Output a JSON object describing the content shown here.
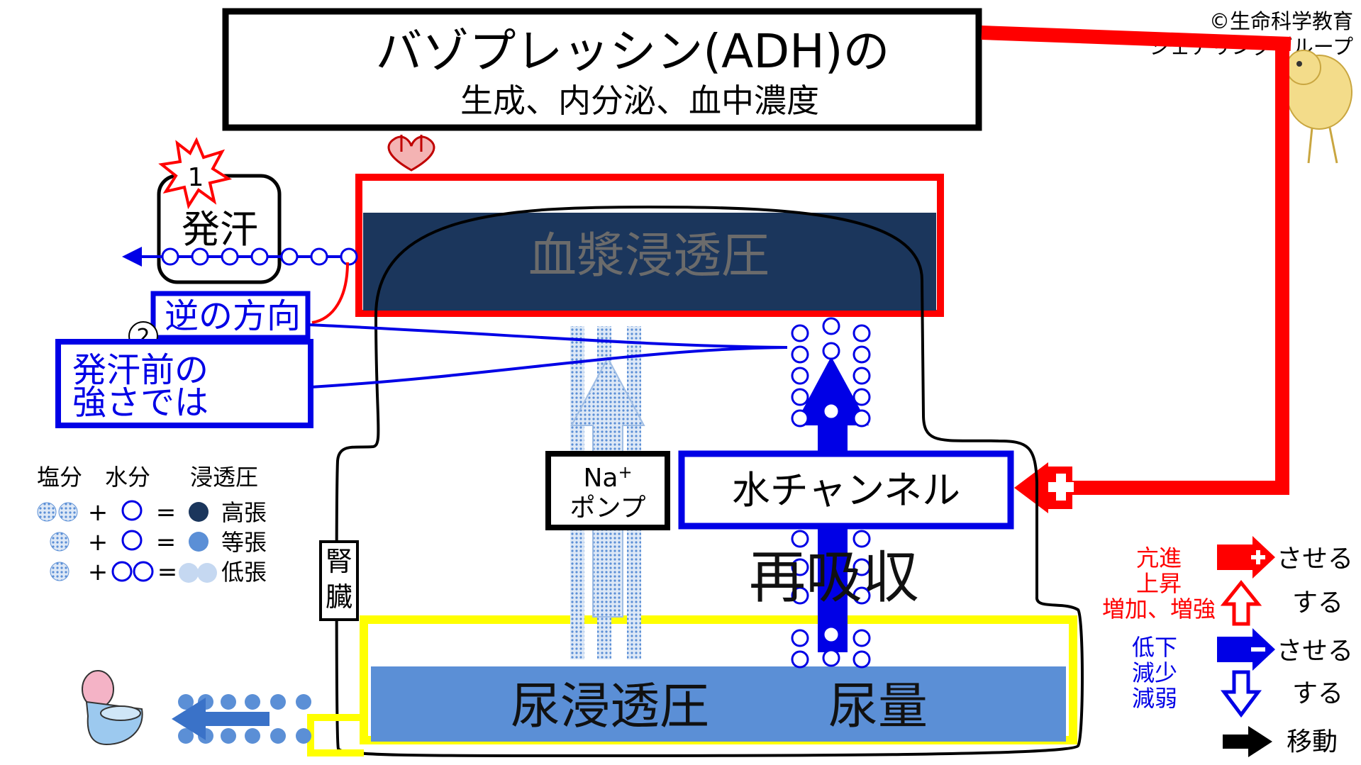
{
  "title": {
    "line1": "バゾプレッシン(ADH)の",
    "line2": "生成、内分泌、血中濃度"
  },
  "copyright": {
    "line1": "©生命科学教育",
    "line2": "シェアリンググループ"
  },
  "sweat": {
    "step": "1",
    "label": "発汗"
  },
  "plasma": {
    "label": "血漿浸透圧"
  },
  "reverse": {
    "step": "2",
    "label": "逆の方向"
  },
  "before_sweat": {
    "line1": "発汗前の",
    "line2": "強さでは"
  },
  "legend": {
    "header_salt": "塩分",
    "header_water": "水分",
    "header_osm": "浸透圧",
    "row1_label": "高張",
    "row2_label": "等張",
    "row3_label": "低張",
    "plus": "+",
    "equals": "="
  },
  "kidney": {
    "label": "腎臓"
  },
  "na_pump": {
    "line1": "Na",
    "sup": "+",
    "line2": "ポンプ"
  },
  "water_channel": {
    "label": "水チャンネル"
  },
  "reabsorption": {
    "label": "再吸収"
  },
  "urine": {
    "osm_label": "尿浸透圧",
    "volume_label": "尿量"
  },
  "key": {
    "red_group": [
      "亢進",
      "上昇",
      "増加、増強"
    ],
    "blue_group": [
      "低下",
      "減少",
      "減弱"
    ],
    "cause": "させる",
    "do": "する",
    "move": "移動"
  },
  "colors": {
    "red": "#ff0000",
    "blue": "#0000e6",
    "navy": "#1b365c",
    "urine_blue": "#5b8fd6",
    "yellow": "#ffff00",
    "plasma_text": "#6b6b6b"
  }
}
